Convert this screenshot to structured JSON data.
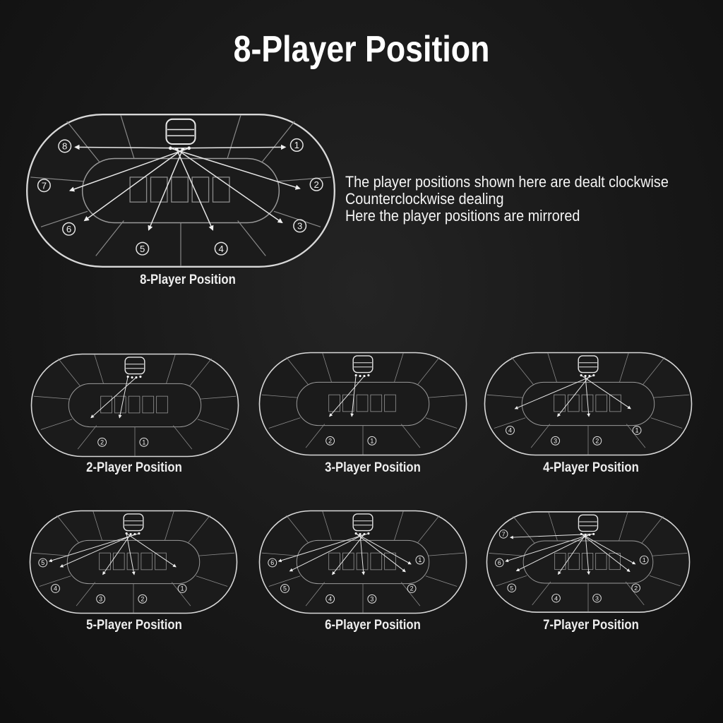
{
  "title": "8-Player Position",
  "notes": [
    "The player positions shown here are dealt clockwise",
    "Counterclockwise dealing",
    "Here the player positions are mirrored"
  ],
  "tables": [
    {
      "id": "table-8",
      "caption": "8-Player Position",
      "seats": [
        "1",
        "2",
        "3",
        "4",
        "5",
        "6",
        "7",
        "8"
      ]
    },
    {
      "id": "table-2",
      "caption": "2-Player Position",
      "seats": [
        "1",
        "2"
      ]
    },
    {
      "id": "table-3",
      "caption": "3-Player Position",
      "seats": [
        "1",
        "2"
      ]
    },
    {
      "id": "table-4",
      "caption": "4-Player Position",
      "seats": [
        "1",
        "2",
        "3",
        "4"
      ]
    },
    {
      "id": "table-5",
      "caption": "5-Player Position",
      "seats": [
        "1",
        "2",
        "3",
        "4",
        "5"
      ]
    },
    {
      "id": "table-6",
      "caption": "6-Player Position",
      "seats": [
        "1",
        "2",
        "3",
        "4",
        "5",
        "6"
      ]
    },
    {
      "id": "table-7",
      "caption": "7-Player Position",
      "seats": [
        "1",
        "2",
        "3",
        "4",
        "5",
        "6",
        "7"
      ]
    }
  ]
}
